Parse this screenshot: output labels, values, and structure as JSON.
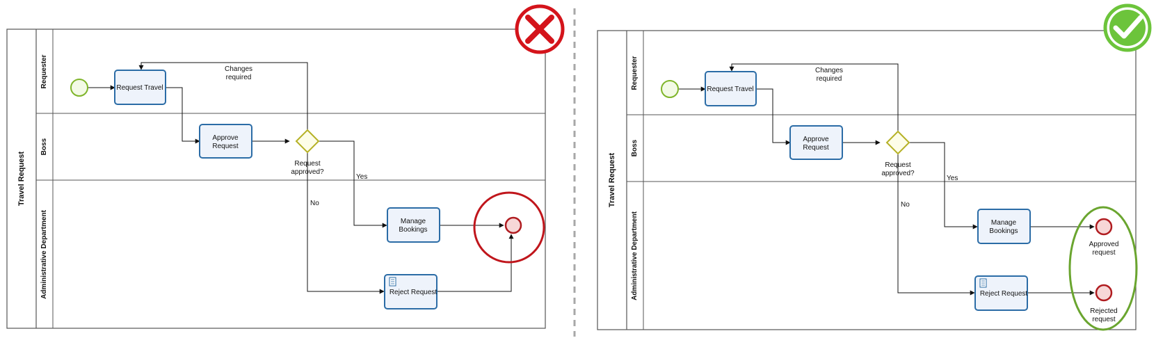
{
  "colors": {
    "task_fill": "#eef3fb",
    "task_stroke": "#2b6ca6",
    "start_stroke": "#7fb52a",
    "start_fill": "#f3fae6",
    "end_stroke": "#b01c20",
    "end_fill": "#f7d7d7",
    "gateway_stroke": "#b5b126",
    "gateway_fill": "#fdfde8",
    "wrong_badge": "#d4141b",
    "right_badge": "#6cc43b",
    "wrong_ring": "#c0161c",
    "right_ring": "#6aa52f",
    "separator": "#a7a7a7"
  },
  "diagrams": [
    {
      "id": "wrong",
      "badge_icon": "cross-icon",
      "pool": "Travel Request",
      "lanes": [
        "Requester",
        "Boss",
        "Administrative Department"
      ],
      "tasks": {
        "request_travel": "Request Travel",
        "approve_request": [
          "Approve",
          "Request"
        ],
        "manage_bookings": [
          "Manage",
          "Bookings"
        ],
        "reject_request": "Reject Request"
      },
      "gateway_label": [
        "Request",
        "approved?"
      ],
      "flow_labels": {
        "changes": [
          "Changes",
          "required"
        ],
        "yes": "Yes",
        "no": "No"
      },
      "end_events": []
    },
    {
      "id": "right",
      "badge_icon": "check-icon",
      "pool": "Travel Request",
      "lanes": [
        "Requester",
        "Boss",
        "Administrative Department"
      ],
      "tasks": {
        "request_travel": "Request Travel",
        "approve_request": [
          "Approve",
          "Request"
        ],
        "manage_bookings": [
          "Manage",
          "Bookings"
        ],
        "reject_request": "Reject Request"
      },
      "gateway_label": [
        "Request",
        "approved?"
      ],
      "flow_labels": {
        "changes": [
          "Changes",
          "required"
        ],
        "yes": "Yes",
        "no": "No"
      },
      "end_events": [
        [
          "Approved",
          "request"
        ],
        [
          "Rejected",
          "request"
        ]
      ]
    }
  ]
}
